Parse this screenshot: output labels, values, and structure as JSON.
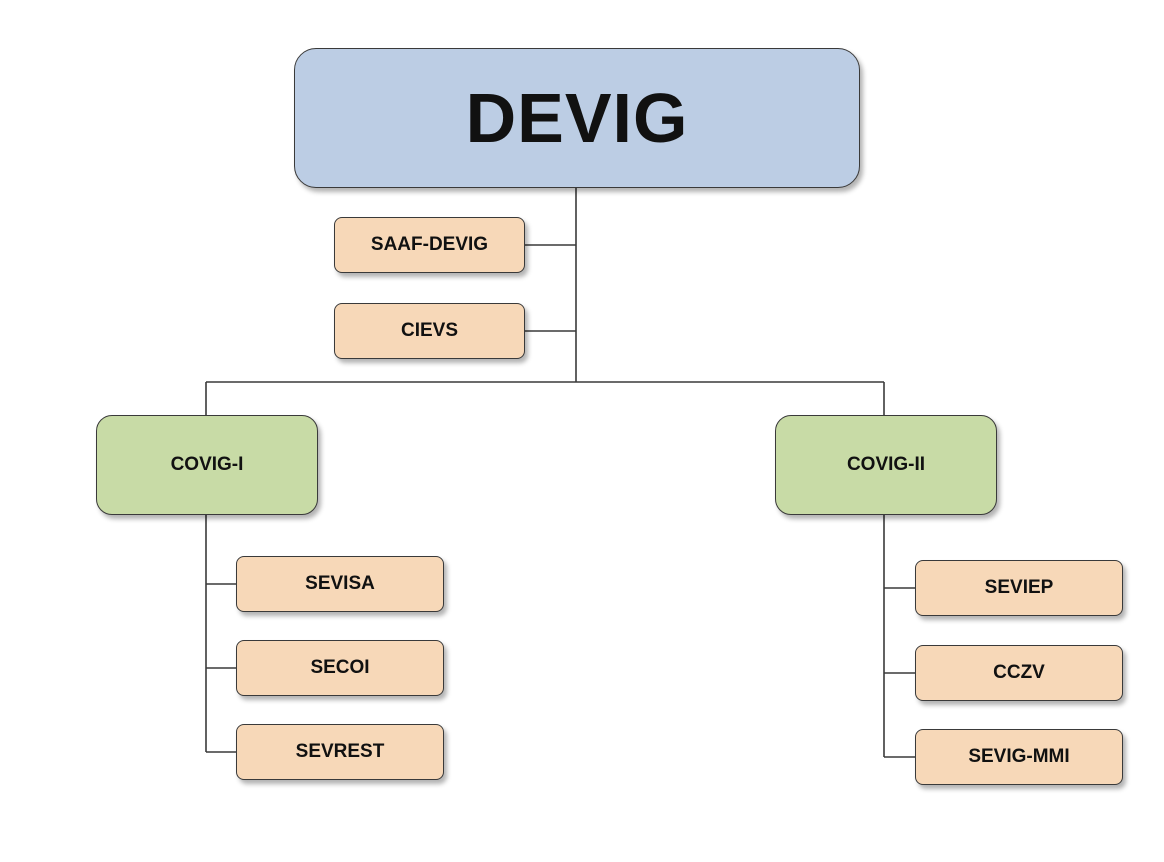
{
  "diagram": {
    "root": {
      "label": "DEVIG",
      "color": "#bccde4"
    },
    "staff_units": [
      {
        "label": "SAAF-DEVIG"
      },
      {
        "label": "CIEVS"
      }
    ],
    "coordinations": [
      {
        "label": "COVIG-I",
        "units": [
          {
            "label": "SEVISA"
          },
          {
            "label": "SECOI"
          },
          {
            "label": "SEVREST"
          }
        ]
      },
      {
        "label": "COVIG-II",
        "units": [
          {
            "label": "SEVIEP"
          },
          {
            "label": "CCZV"
          },
          {
            "label": "SEVIG-MMI"
          }
        ]
      }
    ],
    "colors": {
      "root_fill": "#bccde4",
      "coordination_fill": "#c8dba6",
      "unit_fill": "#f7d8b8",
      "line": "#3a3a3a"
    }
  }
}
